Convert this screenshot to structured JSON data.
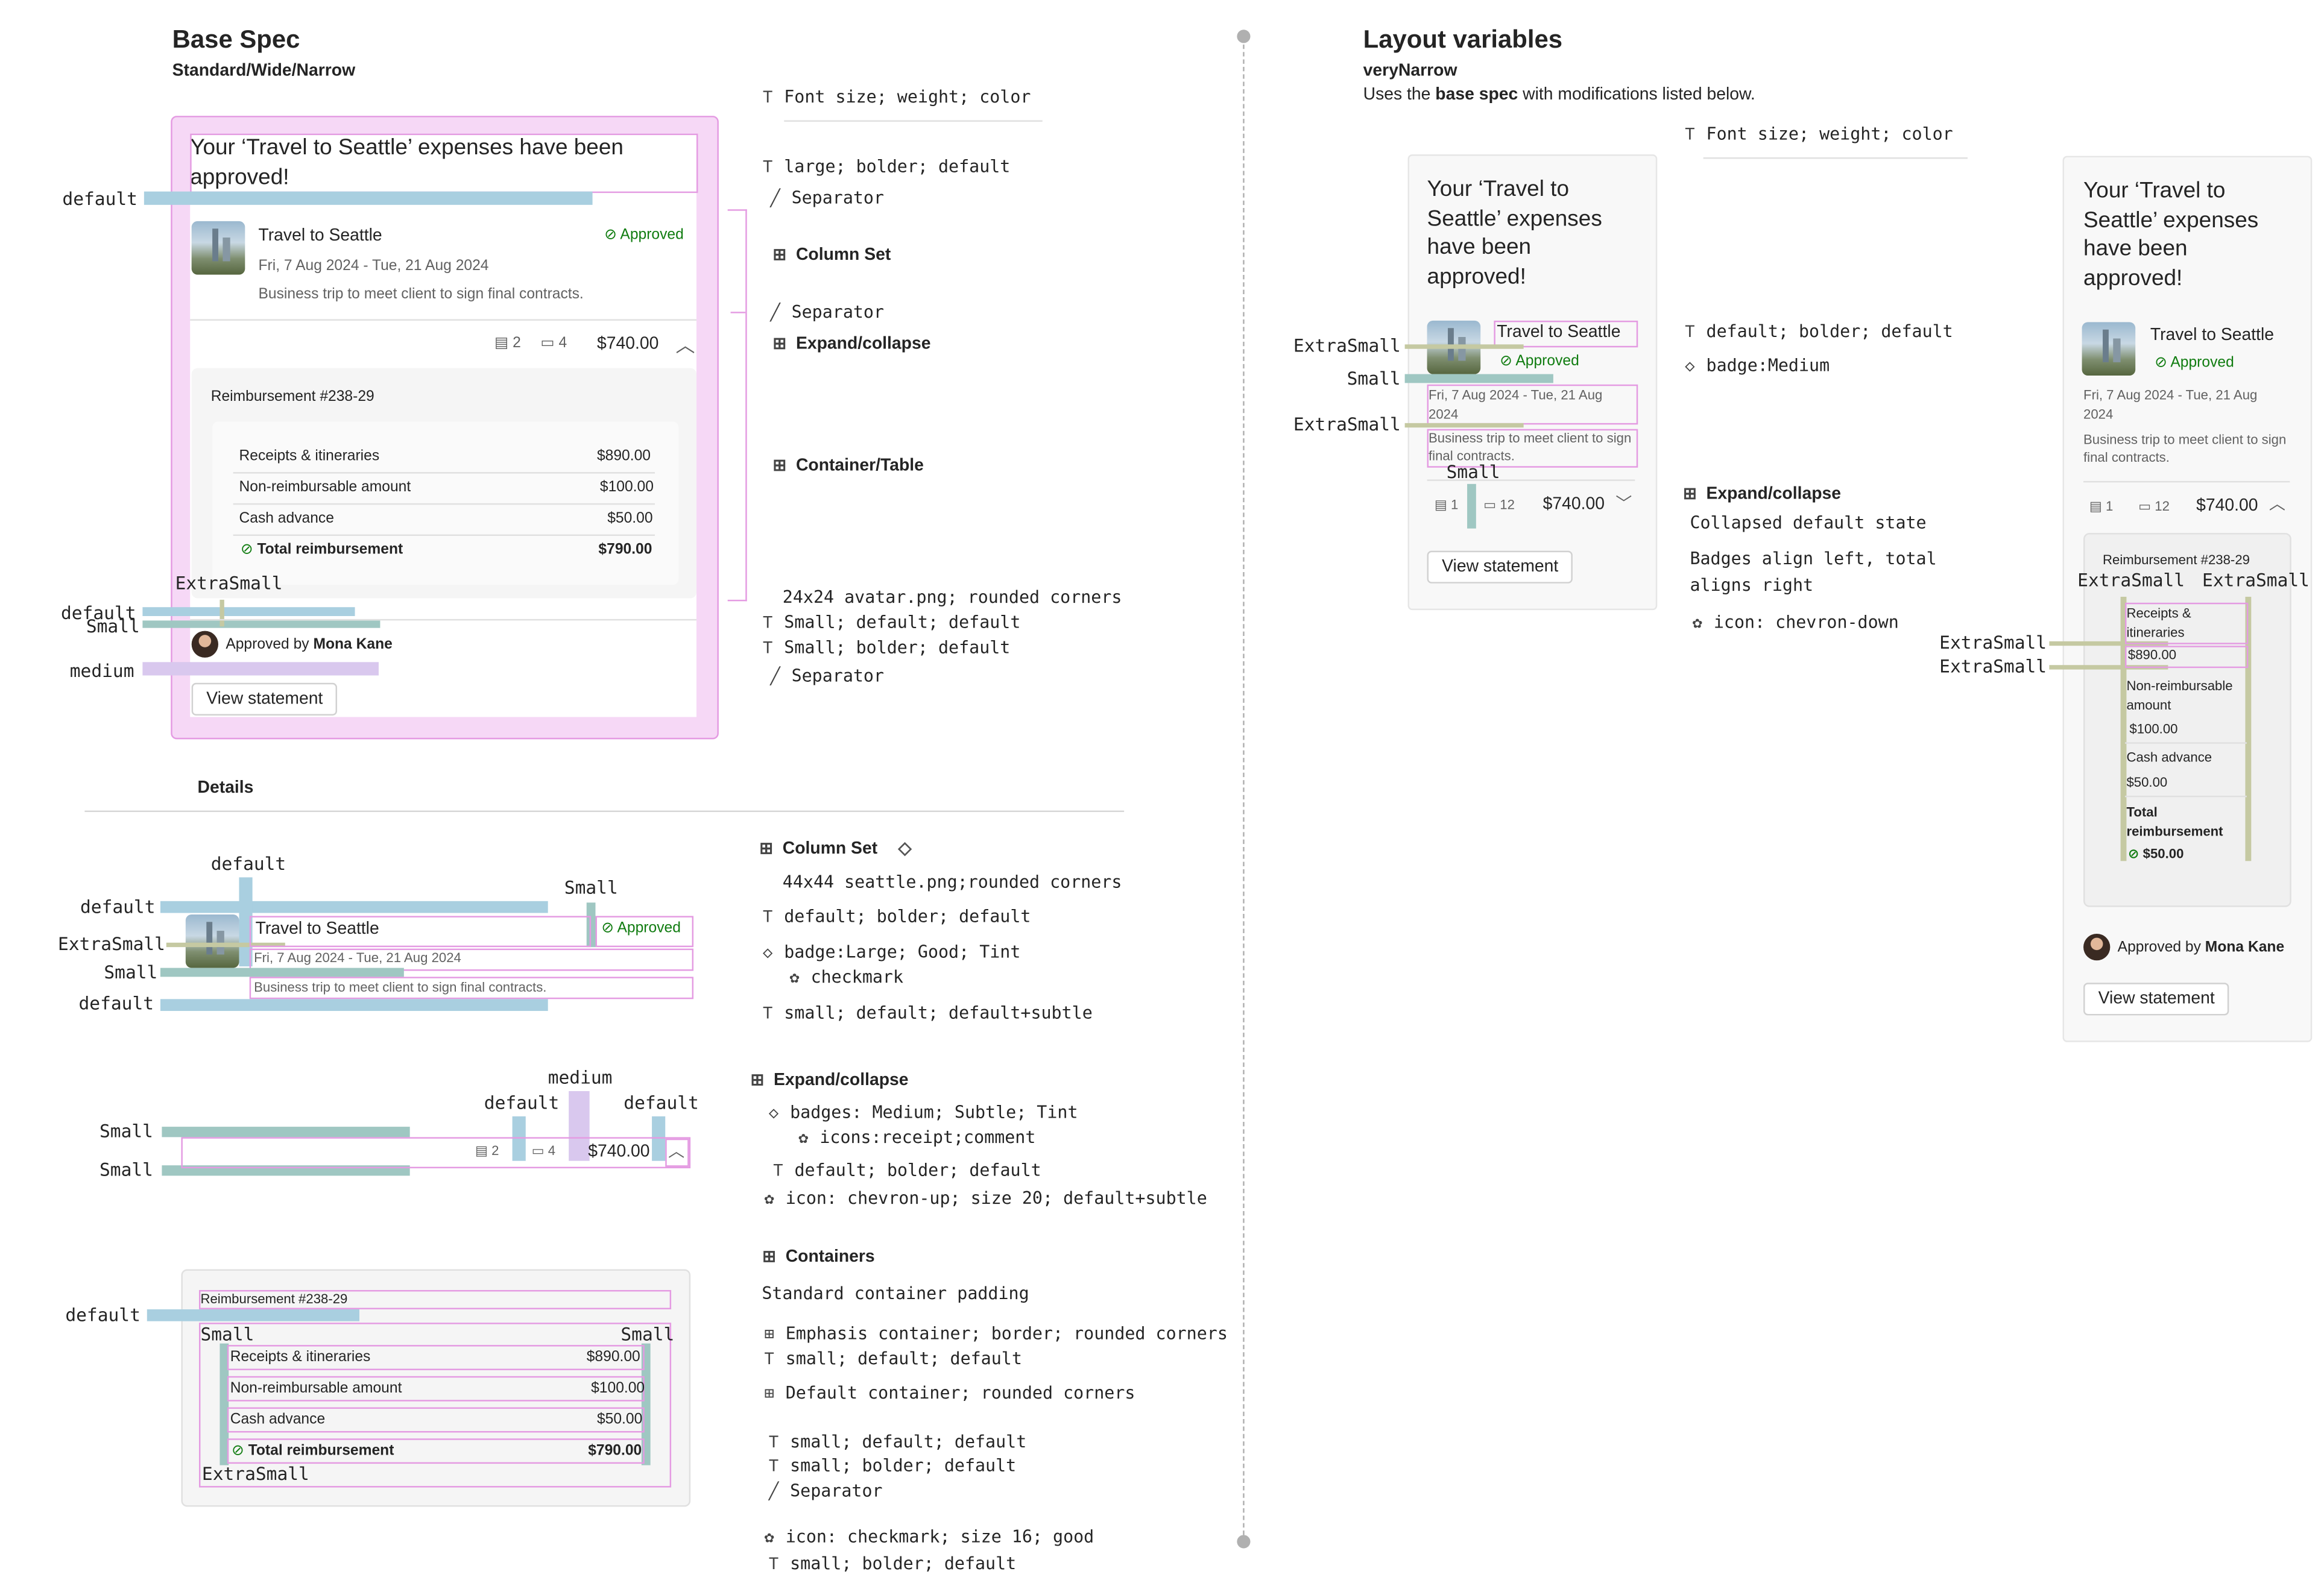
{
  "left": {
    "title": "Base Spec",
    "subtitle": "Standard/Wide/Narrow",
    "details_title": "Details"
  },
  "right": {
    "title": "Layout variables",
    "subtitle": "veryNarrow",
    "desc_prefix": "Uses the ",
    "desc_bold": "base spec",
    "desc_suffix": " with modifications listed below."
  },
  "card": {
    "heading": "Your ‘Travel to Seattle’ expenses have been approved!",
    "trip_title": "Travel to Seattle",
    "badge": "Approved",
    "dates": "Fri, 7 Aug 2024 - Tue, 21 Aug 2024",
    "description": "Business trip to meet client to sign final contracts.",
    "receipts_count": "2",
    "comments_count": "4",
    "total": "$740.00",
    "reimb_title": "Reimbursement #238-29",
    "rows": [
      {
        "label": "Receipts & itineraries",
        "value": "$890.00"
      },
      {
        "label": "Non-reimbursable amount",
        "value": "$100.00"
      },
      {
        "label": "Cash advance",
        "value": "$50.00"
      },
      {
        "label": "Total reimbursement",
        "value": "$790.00"
      }
    ],
    "approved_by": "Approved by",
    "approver": "Mona Kane",
    "button": "View statement"
  },
  "narrow_card": {
    "heading": "Your ‘Travel to Seattle’ expenses have been approved!",
    "trip_title": "Travel to Seattle",
    "badge": "Approved",
    "dates": "Fri, 7 Aug 2024 - Tue, 21 Aug 2024",
    "description": "Business trip to meet client to sign final contracts.",
    "receipts_count": "1",
    "comments_count": "12",
    "total": "$740.00",
    "button": "View statement"
  },
  "expanded_card": {
    "heading": "Your ‘Travel to Seattle’ expenses have been approved!",
    "trip_title": "Travel to Seattle",
    "badge": "Approved",
    "dates": "Fri, 7 Aug 2024 - Tue, 21 Aug 2024",
    "description": "Business trip to meet client to sign final contracts.",
    "receipts_count": "1",
    "comments_count": "12",
    "total": "$740.00",
    "reimb_title": "Reimbursement #238-29",
    "rows": [
      {
        "label": "Receipts & itineraries",
        "value": "$890.00"
      },
      {
        "label": "Non-reimbursable amount",
        "value": "$100.00"
      },
      {
        "label": "Cash advance",
        "value": "$50.00"
      },
      {
        "label": "Total reimbursement",
        "value": "$50.00"
      }
    ],
    "approved_by": "Approved by",
    "approver": "Mona Kane",
    "button": "View statement"
  },
  "spacing": {
    "default": "default",
    "small": "Small",
    "extra_small": "ExtraSmall",
    "medium": "medium"
  },
  "specs_base": {
    "header": "Font size; weight; color",
    "s1": "large; bolder; default",
    "s2": "Separator",
    "s3": "Column Set",
    "s4": "Separator",
    "s5": "Expand/collapse",
    "s6": "Container/Table",
    "s7": "24x24 avatar.png; rounded corners",
    "s8": "Small; default; default",
    "s9": "Small; bolder; default",
    "s10": "Separator"
  },
  "specs_details": {
    "colset": "Column Set",
    "d1": "44x44 seattle.png;rounded corners",
    "d2": "default; bolder; default",
    "d3": "badge:Large; Good; Tint",
    "d4": "checkmark",
    "d5": "small; default; default+subtle",
    "expand": "Expand/collapse",
    "e1": "badges: Medium; Subtle; Tint",
    "e2": "icons:receipt;comment",
    "e3": "default; bolder; default",
    "e4": "icon: chevron-up; size 20; default+subtle",
    "containers": "Containers",
    "c1": "Standard container padding",
    "c2": "Emphasis container; border; rounded corners",
    "c3": "small; default; default",
    "c4": "Default container; rounded corners",
    "c5": "small; default; default",
    "c6": "small; bolder; default",
    "c7": "Separator",
    "c8": "icon: checkmark; size 16; good",
    "c9": "small; bolder; default"
  },
  "specs_right": {
    "header": "Font size; weight; color",
    "r1": "default; bolder; default",
    "r2": "badge:Medium",
    "r3": "Expand/collapse",
    "r4": "Collapsed default state",
    "r5": "Badges align left, total",
    "r6": "aligns right",
    "r7": "icon: chevron-down"
  }
}
